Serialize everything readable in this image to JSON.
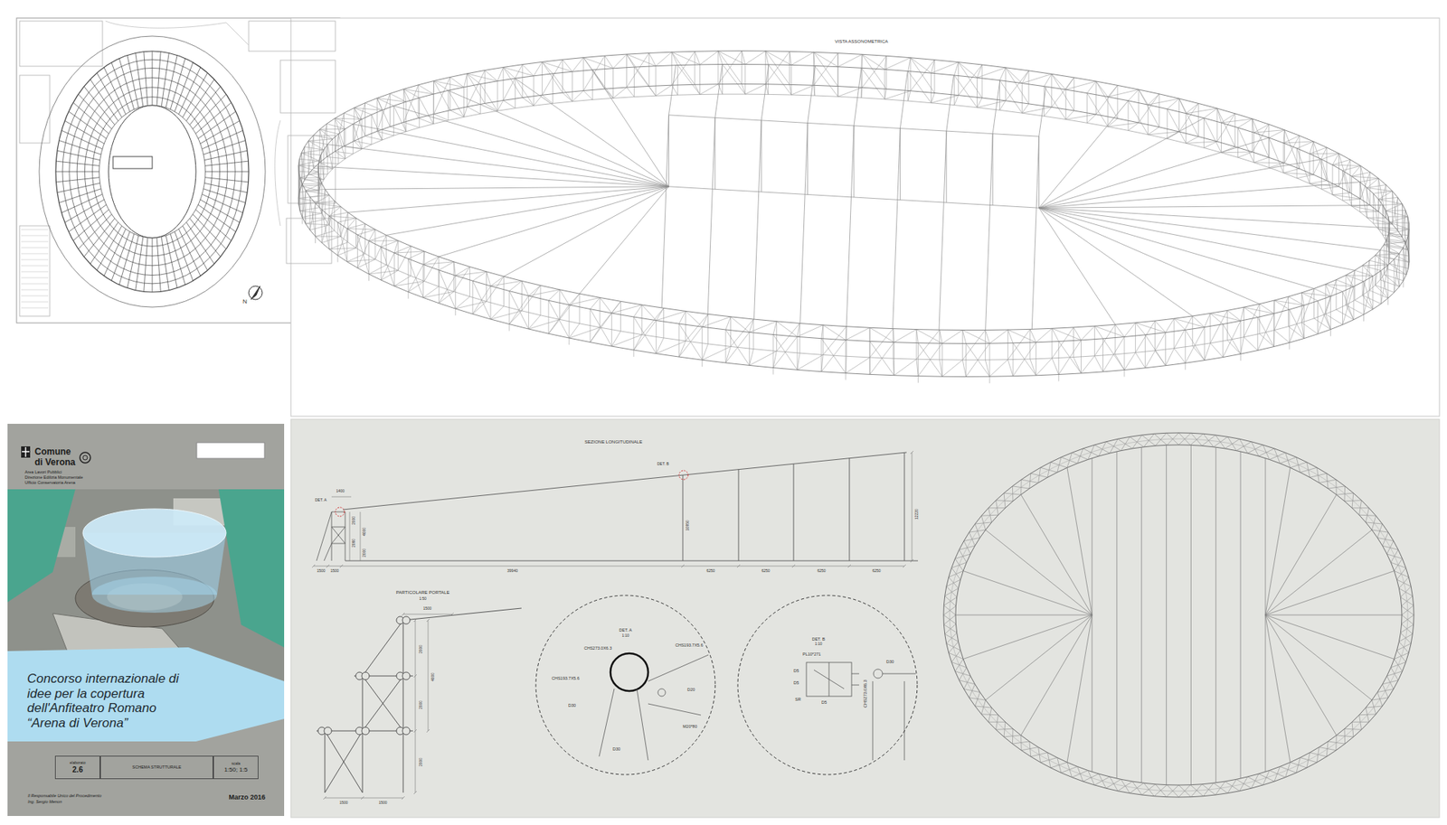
{
  "diagram": {
    "nodes": [
      {
        "text": [
          "elaborato",
          "2.6"
        ]
      },
      {
        "text": [
          "SCHEMA STRUTTURALE"
        ]
      },
      {
        "text": [
          "scala",
          "1:50; 1:5"
        ]
      },
      {
        "text": [
          "DET. A",
          "1:10",
          "CHS273.0X6.3",
          "CHS193.7X5.6",
          "CHS193.7X5.6",
          "D20",
          "D30",
          "M20*80",
          "D30"
        ]
      },
      {
        "text": [
          "DET. B",
          "1:10",
          "PL10*271",
          "D30",
          "CHS273.0X6.3",
          "D5",
          "D5",
          "SR",
          "D5"
        ]
      }
    ],
    "labels": [
      "VISTA ASSONOMETRICA",
      "N",
      "Comune di Verona",
      "Area Lavori Pubblici",
      "Direzione Edilizia Monumentale",
      "Ufficio Conservatoria Arena",
      "Concorso internazionale di idee per la copertura dell'Anfiteatro Romano “Arena di Verona”",
      "Il Responsabile Unico del Procedimento",
      "Ing. Sergio Menon",
      "Marzo 2016",
      "SEZIONE LONGITUDINALE",
      "DET. A",
      "1400",
      "2000",
      "4000",
      "2060",
      "2000",
      "1500",
      "1500",
      "39940",
      "6250",
      "6250",
      "6250",
      "6250",
      "DET. B",
      "10950",
      "12220",
      "PARTICOLARE PORTALE",
      "1:50",
      "1500",
      "2000",
      "4000",
      "2000",
      "2000",
      "1500",
      "1500"
    ]
  }
}
